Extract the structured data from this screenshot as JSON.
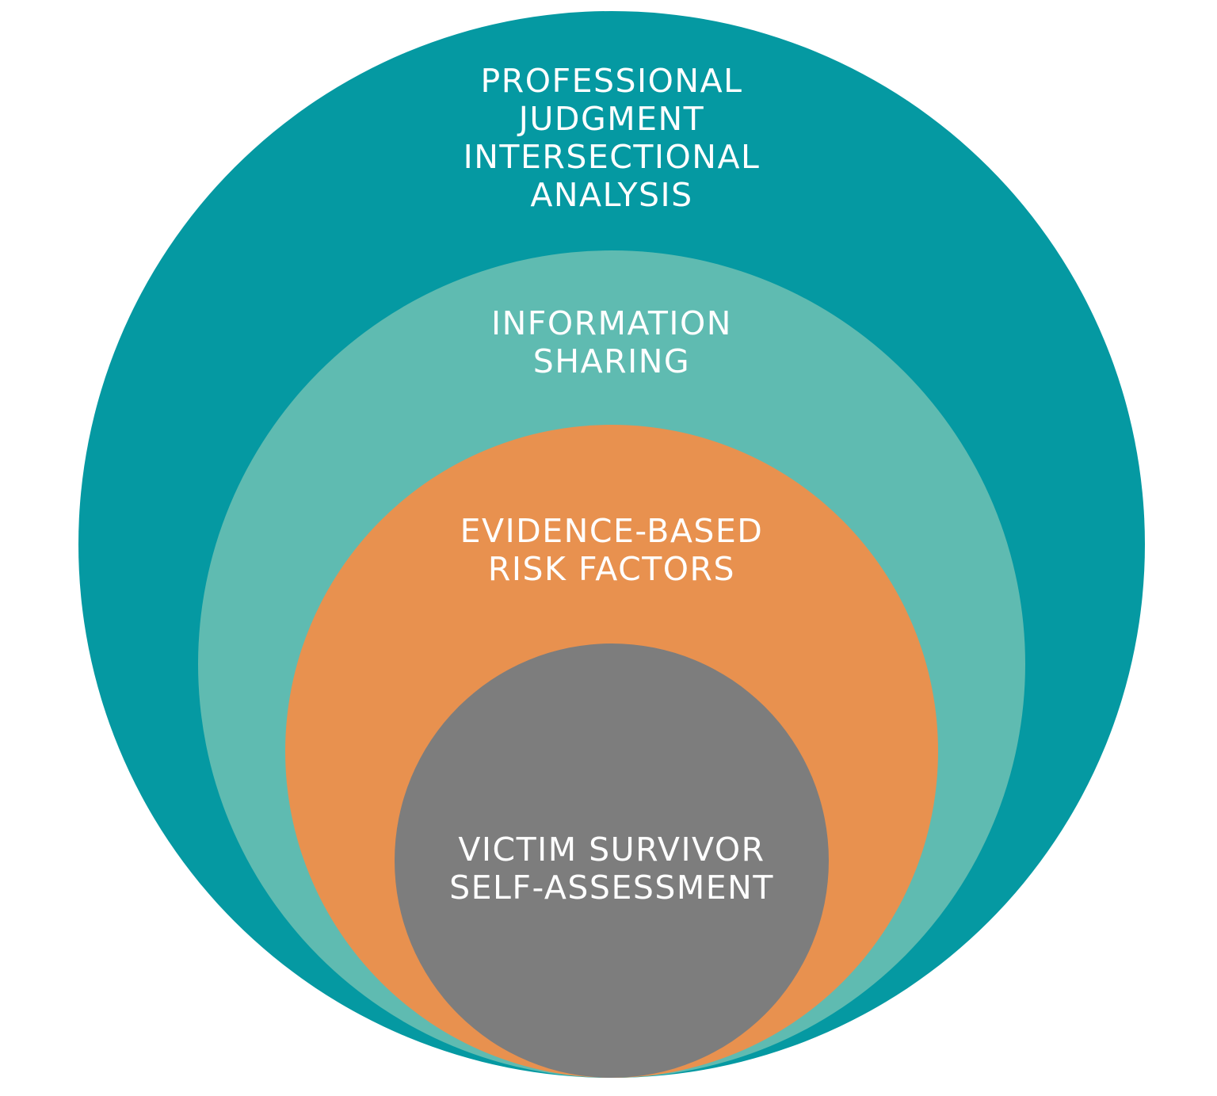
{
  "diagram": {
    "type": "nested-circles",
    "background": "#FFFFFF",
    "text_color": "#FFFFFF",
    "layers": [
      {
        "id": "professional-judgment-intersectional-analysis",
        "label": "PROFESSIONAL\nJUDGMENT\nINTERSECTIONAL\nANALYSIS",
        "color": "#0599A2"
      },
      {
        "id": "information-sharing",
        "label": "INFORMATION\nSHARING",
        "color": "#5FBBB1"
      },
      {
        "id": "evidence-based-risk-factors",
        "label": "EVIDENCE-BASED\nRISK FACTORS",
        "color": "#E8914F"
      },
      {
        "id": "victim-survivor-self-assessment",
        "label": "VICTIM SURVIVOR\nSELF-ASSESSMENT",
        "color": "#7D7D7D"
      }
    ]
  }
}
